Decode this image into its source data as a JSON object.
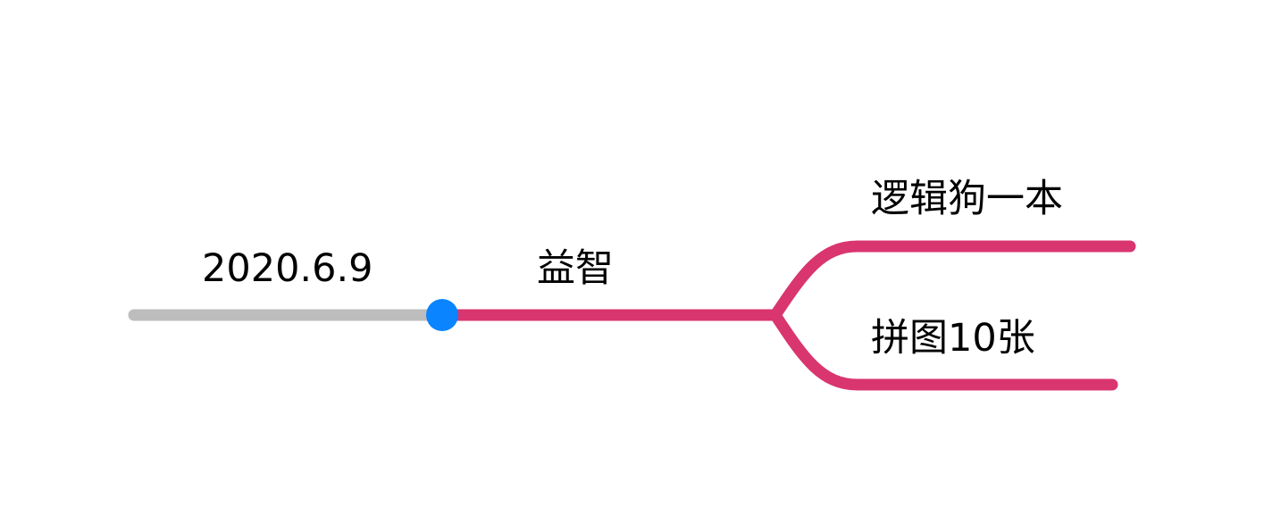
{
  "mindmap": {
    "root": {
      "label": "2020.6.9"
    },
    "branch": {
      "label": "益智"
    },
    "leaves": [
      {
        "label": "逻辑狗一本"
      },
      {
        "label": "拼图10张"
      }
    ]
  },
  "colors": {
    "root_line": "#bdbdbd",
    "branch_line": "#d9356f",
    "node_dot": "#0a84ff",
    "text": "#000000"
  }
}
